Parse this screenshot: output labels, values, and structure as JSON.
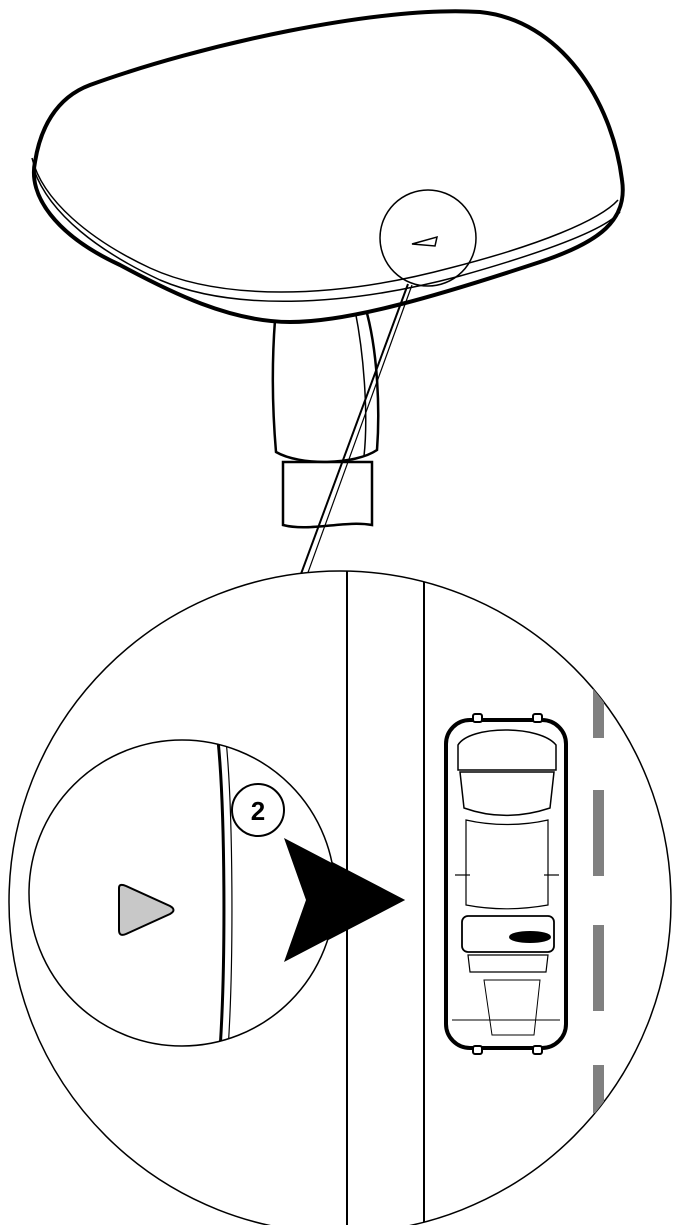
{
  "diagram": {
    "callout": {
      "step_number": "2"
    },
    "colors": {
      "line": "#000000",
      "background": "#ffffff",
      "led_indicator_fill": "#c8c8c8",
      "lane_dash": "#808080",
      "arrow": "#000000"
    },
    "icons": [
      "sensor-device",
      "mount-pole",
      "direction-arrow",
      "car-top-view",
      "lane-marking"
    ]
  }
}
